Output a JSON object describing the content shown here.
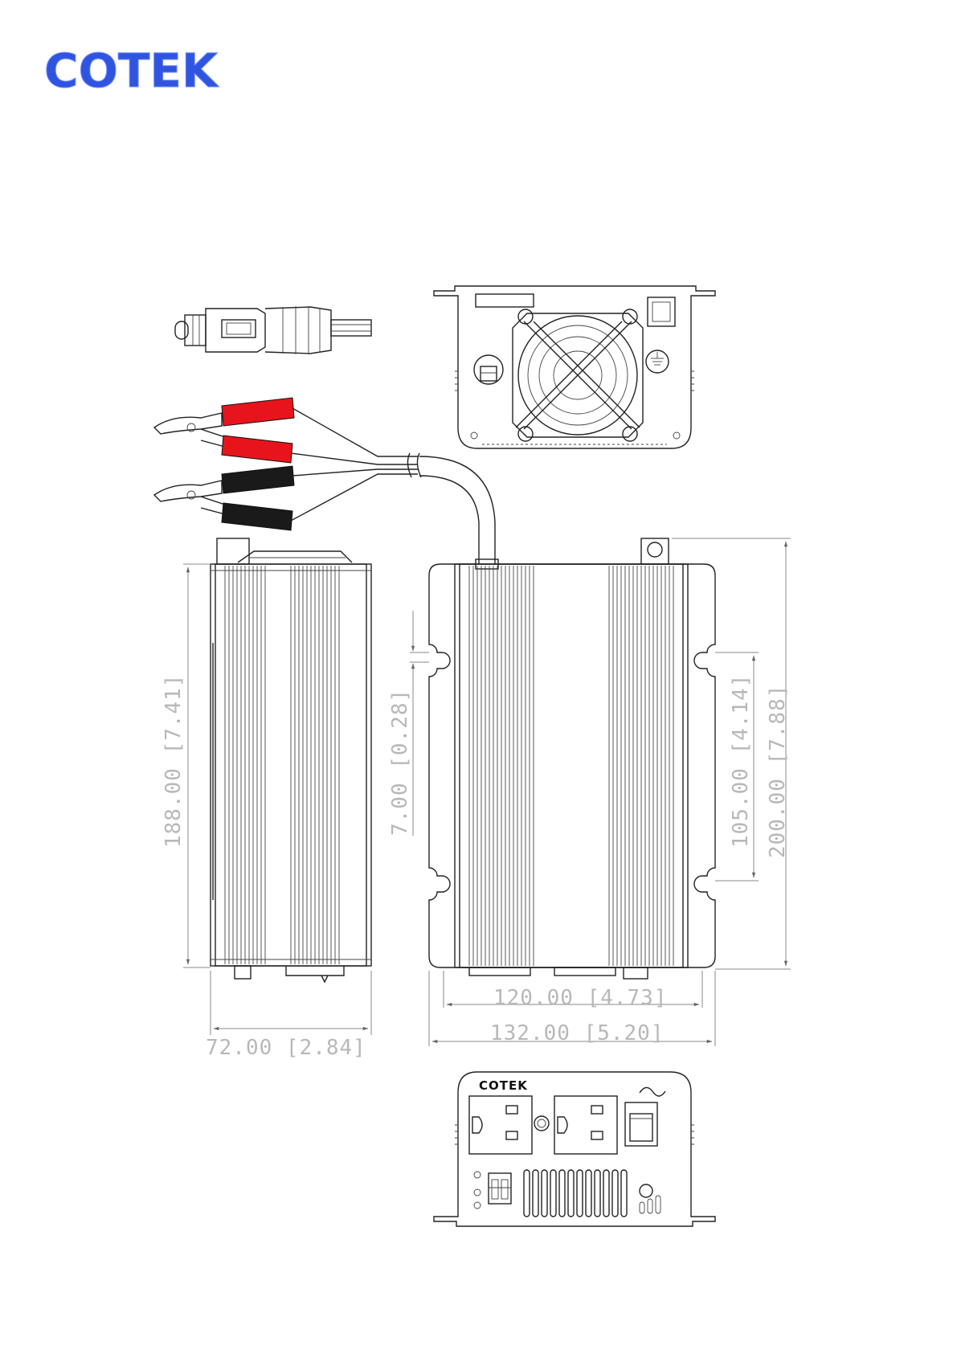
{
  "brand": {
    "name": "COTEK",
    "color": "#2f55e0"
  },
  "front_panel": {
    "brand": "COTEK"
  },
  "dimensions": {
    "side_height": "188.00 [7.41]",
    "mount_offset": "7.00 [0.28]",
    "slot_spacing": "105.00 [4.14]",
    "overall_height": "200.00 [7.88]",
    "body_width": "120.00 [4.73]",
    "overall_width": "132.00 [5.20]",
    "side_width": "72.00 [2.84]"
  },
  "colors": {
    "clamp_red": "#e8141c",
    "clamp_black": "#1a1a1a",
    "dimension_text": "#b8b8b8",
    "line": "#222222"
  }
}
